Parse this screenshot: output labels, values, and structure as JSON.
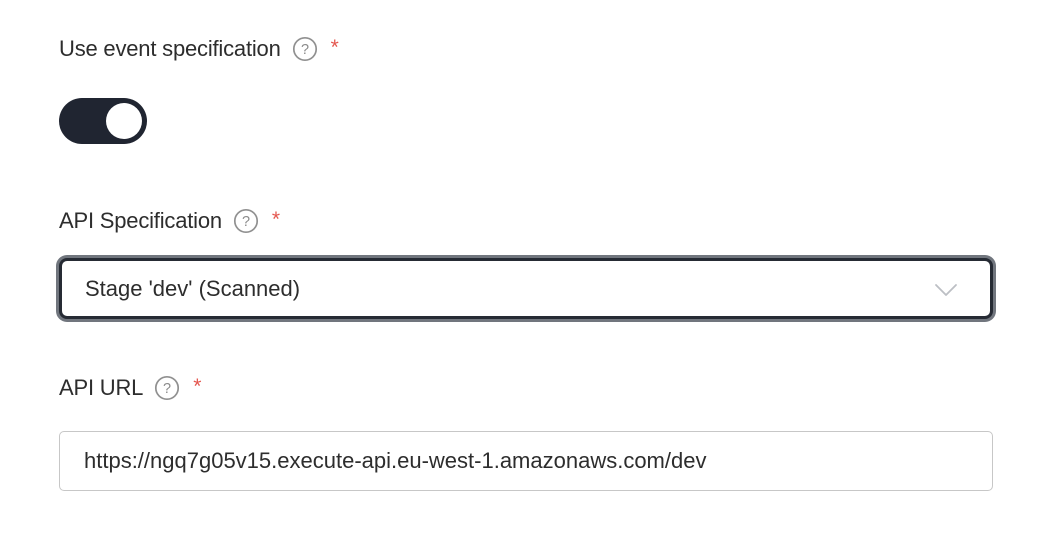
{
  "colors": {
    "toggle_on": "#202531",
    "select_focus_border": "#262b34",
    "select_focus_outline": "#71767e",
    "input_border": "#c7c7c7",
    "label_text": "#2d2d2d",
    "required_asterisk": "#e4574f",
    "help_icon": "#909090",
    "chevron": "#bcbfc4"
  },
  "icons": {
    "help": "question-circle-icon",
    "chevron": "chevron-down-icon"
  },
  "fields": {
    "use_event_specification": {
      "label": "Use event specification",
      "required_marker": "*",
      "toggle_state": "on"
    },
    "api_specification": {
      "label": "API Specification",
      "required_marker": "*",
      "selected_value": "Stage 'dev' (Scanned)"
    },
    "api_url": {
      "label": "API URL",
      "required_marker": "*",
      "value": "https://ngq7g05v15.execute-api.eu-west-1.amazonaws.com/dev"
    }
  }
}
